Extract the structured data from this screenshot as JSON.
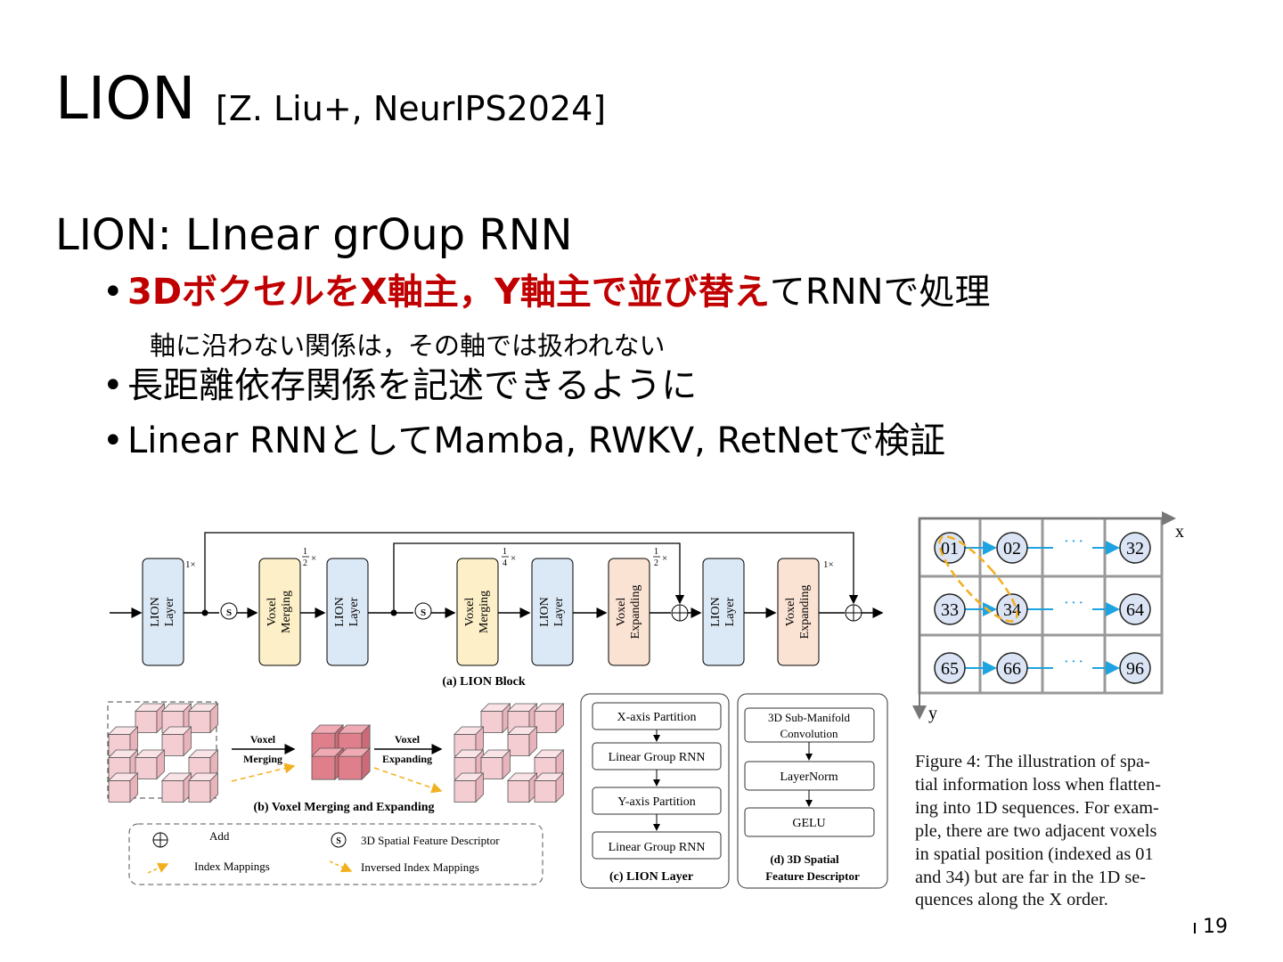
{
  "slide": {
    "title": "LION",
    "title_ref": "[Z. Liu+, NeurIPS2024]",
    "subtitle": "LION: LInear grOup RNN",
    "bullet1_highlight": "3DボクセルをX軸主，Y軸主で並び替え",
    "bullet1_rest": "てRNNで処理",
    "note": "軸に沿わない関係は，その軸では扱われない",
    "bullet2": "長距離依存関係を記述できるように",
    "bullet3": "Linear RNNとしてMamba, RWKV, RetNetで検証",
    "page_number": "19",
    "bullet_char": "•"
  },
  "figure_lion": {
    "block_caption": "(a) LION Block",
    "lion_layer": [
      "LION",
      "Layer"
    ],
    "voxel_merging": [
      "Voxel",
      "Merging"
    ],
    "voxel_expanding": [
      "Voxel",
      "Expanding"
    ],
    "scale_1": "1×",
    "scale_half_num": "1",
    "scale_half_den": "2",
    "scale_quarter_num": "1",
    "scale_quarter_den": "4",
    "scale_x": "×",
    "s_symbol": "S",
    "merge_label": [
      "Voxel",
      "Merging"
    ],
    "expand_label": [
      "Voxel",
      "Expanding"
    ],
    "merge_caption": "(b) Voxel Merging and Expanding",
    "legend_add": "Add",
    "legend_descriptor": "3D Spatial Feature Descriptor",
    "legend_index": "Index Mappings",
    "legend_inversed": "Inversed Index Mappings",
    "layer_steps": [
      "X-axis Partition",
      "Linear Group RNN",
      "Y-axis Partition",
      "Linear Group RNN"
    ],
    "layer_caption": "(c) LION Layer",
    "descriptor_steps": [
      "3D Sub-Manifold\nConvolution",
      "LayerNorm",
      "GELU"
    ],
    "descriptor_caption": [
      "(d) 3D Spatial",
      "Feature Descriptor"
    ]
  },
  "figure_grid": {
    "axis_x": "x",
    "axis_y": "y",
    "rows": [
      [
        "01",
        "02",
        "32"
      ],
      [
        "33",
        "34",
        "64"
      ],
      [
        "65",
        "66",
        "96"
      ]
    ],
    "ellipsis": "· · ·",
    "caption_lines": [
      "Figure 4:   The illustration of spa-",
      "tial information loss when flatten-",
      "ing into 1D sequences. For exam-",
      "ple, there are two adjacent voxels",
      "in spatial position (indexed as 01",
      "and 34) but are far in the 1D se-",
      "quences along the X order."
    ]
  },
  "colors": {
    "highlight_red": "#c00000",
    "lion_layer_fill": "#dbe8f5",
    "merging_fill": "#fdf0c8",
    "expanding_fill": "#fbe3d4",
    "voxel_pink": "#f4cdd3",
    "voxel_dark_pink": "#e07f8c",
    "arrow_blue": "#1fa3e0",
    "highlight_orange": "#f2b01e"
  }
}
